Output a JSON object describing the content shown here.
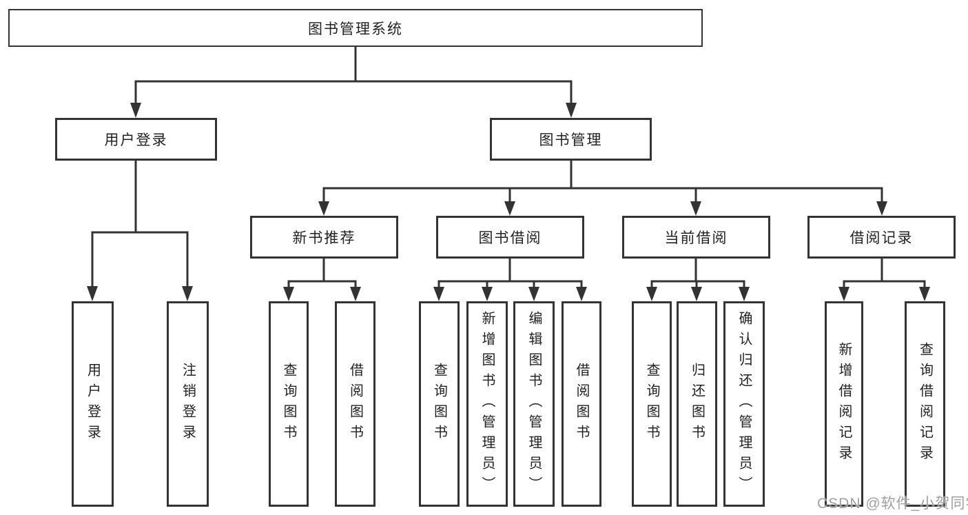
{
  "diagram_title": "图书管理系统",
  "tree": {
    "root": {
      "label": "图书管理系统"
    },
    "level2": [
      {
        "label": "用户登录"
      },
      {
        "label": "图书管理"
      }
    ],
    "level3": [
      {
        "label": "新书推荐",
        "parent": "图书管理"
      },
      {
        "label": "图书借阅",
        "parent": "图书管理"
      },
      {
        "label": "当前借阅",
        "parent": "图书管理"
      },
      {
        "label": "借阅记录",
        "parent": "图书管理"
      }
    ],
    "leaves": [
      {
        "label": "用户登录",
        "parent": "用户登录"
      },
      {
        "label": "注销登录",
        "parent": "用户登录"
      },
      {
        "label": "查询图书",
        "parent": "新书推荐"
      },
      {
        "label": "借阅图书",
        "parent": "新书推荐"
      },
      {
        "label": "查询图书",
        "parent": "图书借阅"
      },
      {
        "label": "新增图书（管理员）",
        "parent": "图书借阅"
      },
      {
        "label": "编辑图书（管理员）",
        "parent": "图书借阅"
      },
      {
        "label": "借阅图书",
        "parent": "图书借阅"
      },
      {
        "label": "查询图书",
        "parent": "当前借阅"
      },
      {
        "label": "归还图书",
        "parent": "当前借阅"
      },
      {
        "label": "确认归还（管理员）",
        "parent": "当前借阅"
      },
      {
        "label": "新增借阅记录",
        "parent": "借阅记录"
      },
      {
        "label": "查询借阅记录",
        "parent": "借阅记录"
      }
    ]
  },
  "watermark": {
    "text": "CSDN @软件_小贺同学",
    "color": "#a0a0a0"
  },
  "colors": {
    "line": "#333333",
    "box_border": "#333333",
    "box_fill": "#ffffff",
    "text": "#222222"
  }
}
